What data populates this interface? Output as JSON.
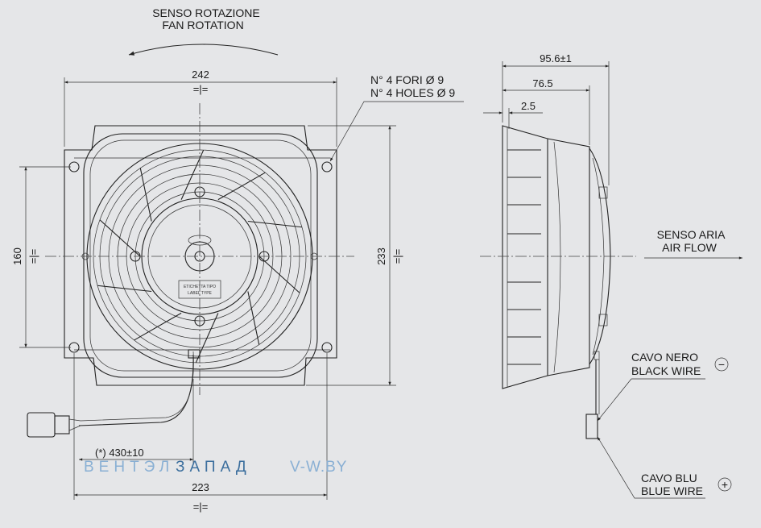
{
  "rotation": {
    "it": "SENSO ROTAZIONE",
    "en": "FAN ROTATION"
  },
  "holes": {
    "it": "N° 4 FORI Ø 9",
    "en": "N° 4 HOLES Ø 9"
  },
  "front_dims": {
    "width_top": "242",
    "height_left": "160",
    "height_right": "233",
    "width_bottom": "223",
    "cable": "(*) 430±10"
  },
  "side_dims": {
    "depth_total": "95.6±1",
    "depth_body": "76.5",
    "flange": "2.5"
  },
  "airflow": {
    "it": "SENSO ARIA",
    "en": "AIR FLOW"
  },
  "black_wire": {
    "it": "CAVO NERO",
    "en": "BLACK WIRE",
    "sign": "−"
  },
  "blue_wire": {
    "it": "CAVO BLU",
    "en": "BLUE WIRE",
    "sign": "+"
  },
  "label_plate": {
    "line1": "ETICHETTA TIPO",
    "line2": "LABEL TYPE"
  },
  "watermark": {
    "brand_a": "ВЕНТЭЛ",
    "brand_b": "ЗАПАД",
    "site": "V-W.BY"
  },
  "colors": {
    "brand_a": "#8ab0d4",
    "brand_b": "#3c6f9e",
    "site": "#8ab0d4"
  }
}
